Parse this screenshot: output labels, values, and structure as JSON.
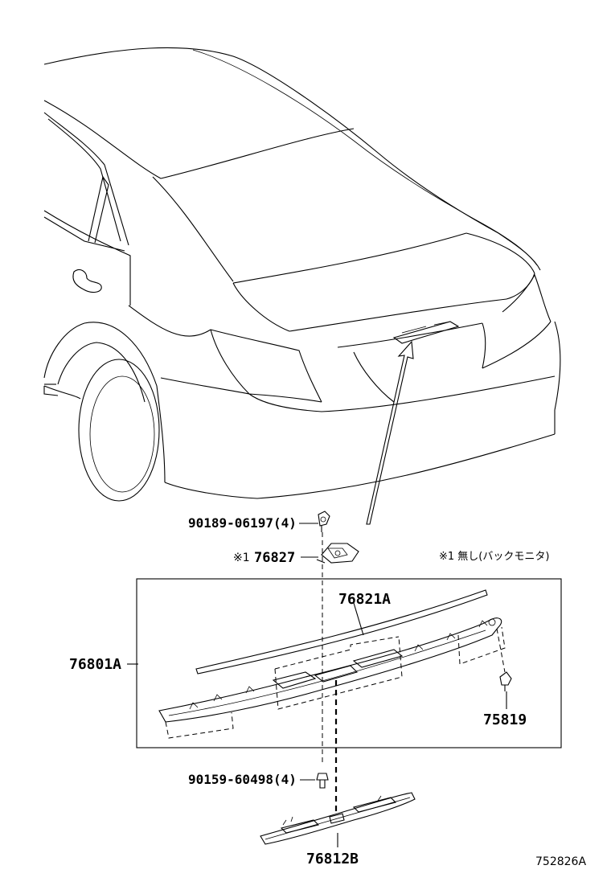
{
  "diagram": {
    "note": "※1 無し(バックモニタ)",
    "figure_id": "752826A",
    "callouts": {
      "clip_top": "90189-06197(4)",
      "bracket_mark": "※1",
      "bracket": "76827",
      "moulding": "76821A",
      "garnish_assy": "76801A",
      "clip_right": "75819",
      "screw": "90159-60498(4)",
      "lamp_cover": "76812B"
    }
  }
}
